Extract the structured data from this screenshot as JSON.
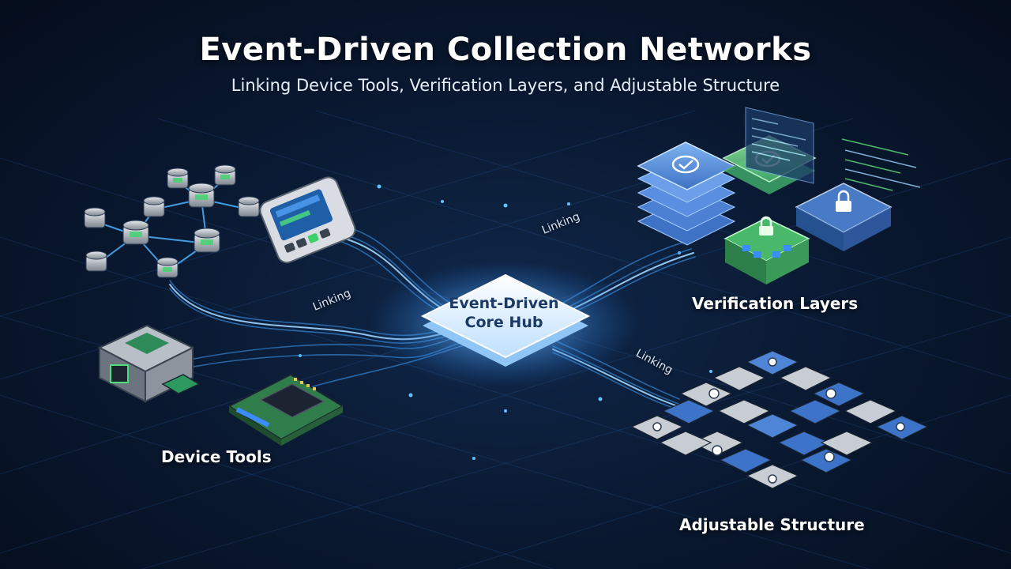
{
  "header": {
    "title": "Event-Driven Collection Networks",
    "subtitle": "Linking Device Tools, Verification Layers, and Adjustable Structure"
  },
  "hub": {
    "line1": "Event-Driven",
    "line2": "Core Hub"
  },
  "sections": {
    "device_tools": "Device Tools",
    "verification_layers": "Verification Layers",
    "adjustable_structure": "Adjustable Structure"
  },
  "connectors": {
    "top_left": "Linking",
    "top_right": "Linking",
    "bottom_right": "Linking"
  },
  "colors": {
    "background": "#0a1a33",
    "flow": "#3fa3ff",
    "hub": "#dcefff",
    "verify_green": "#5ee07a",
    "tile_blue": "#3d74c9",
    "tile_gray": "#c8ccd3"
  },
  "icons": [
    "check-icon",
    "lock-icon",
    "cylinder-node-icon",
    "handheld-scanner-icon",
    "sensor-module-icon",
    "circuit-board-icon"
  ]
}
